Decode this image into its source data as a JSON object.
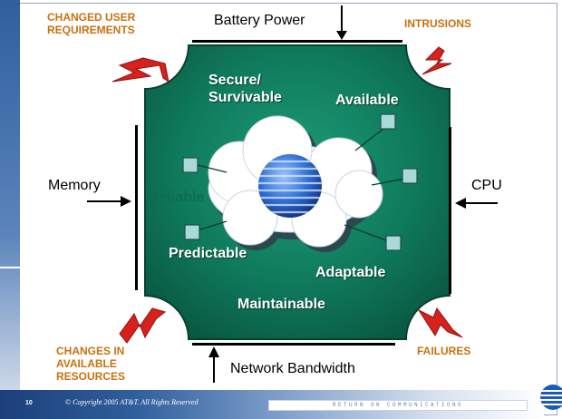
{
  "footer": {
    "slide_number": "10",
    "copyright": "© Copyright 2005 AT&T. All Rights Reserved",
    "tagline": "RETURN ON COMMUNICATIONS"
  },
  "diagram": {
    "resources": {
      "top": "Battery Power",
      "left": "Memory",
      "right": "CPU",
      "bottom": "Network Bandwidth"
    },
    "threats": {
      "top_left": [
        "CHANGED USER",
        "REQUIREMENTS"
      ],
      "top_right": "INTRUSIONS",
      "bottom_left": [
        "CHANGES  IN",
        "AVAILABLE",
        "RESOURCES"
      ],
      "bottom_right": "FAILURES"
    },
    "properties": {
      "secure": [
        "Secure/",
        "Survivable"
      ],
      "available": "Available",
      "reliable": "Reliable",
      "predictable": "Predictable",
      "adaptable": "Adaptable",
      "maintainable": "Maintainable"
    },
    "colors": {
      "panel": "#0f7a5c",
      "threat_text": "#c7720f",
      "lightning": "#d8211c",
      "node": "#a9d9d9"
    }
  }
}
